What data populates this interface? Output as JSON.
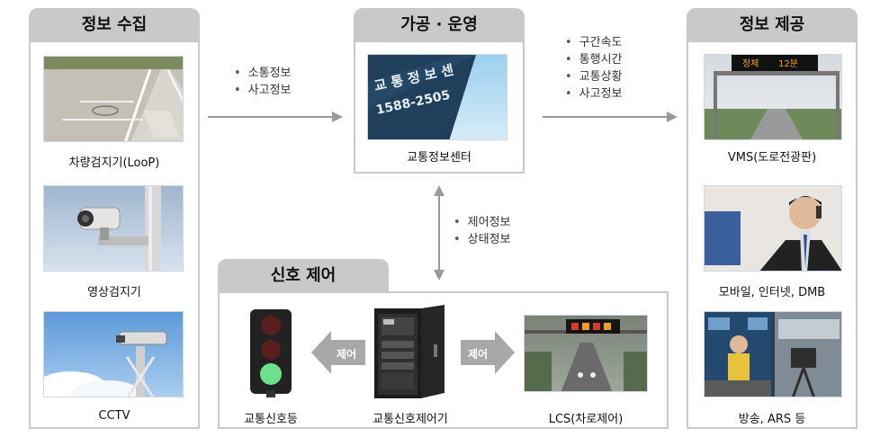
{
  "sections": {
    "collect": {
      "title": "정보 수집",
      "items": [
        "차량검지기(LooP)",
        "영상검지기",
        "CCTV"
      ]
    },
    "process": {
      "title": "가공 · 운영",
      "item": "교통정보센터",
      "building_text": [
        "교 통 정 보 센",
        "1588-2505"
      ]
    },
    "provide": {
      "title": "정보 제공",
      "items": [
        "VMS(도로전광판)",
        "모바일, 인터넷, DMB",
        "방송, ARS 등"
      ],
      "vms_text": [
        "정체",
        "12분"
      ]
    },
    "control": {
      "title": "신호 제어",
      "items": [
        "교통신호등",
        "교통신호제어기",
        "LCS(차로제어)"
      ],
      "arrow_label": "제어"
    }
  },
  "flows": {
    "collect_to_center": [
      "소통정보",
      "사고정보"
    ],
    "center_to_provide": [
      "구간속도",
      "통행시간",
      "교통상황",
      "사고정보"
    ],
    "center_to_control": [
      "제어정보",
      "상태정보"
    ]
  },
  "colors": {
    "panel_border": "#c9c9c9",
    "tab_bg": "#c9c9c9",
    "arrow": "#9a9a9a"
  }
}
